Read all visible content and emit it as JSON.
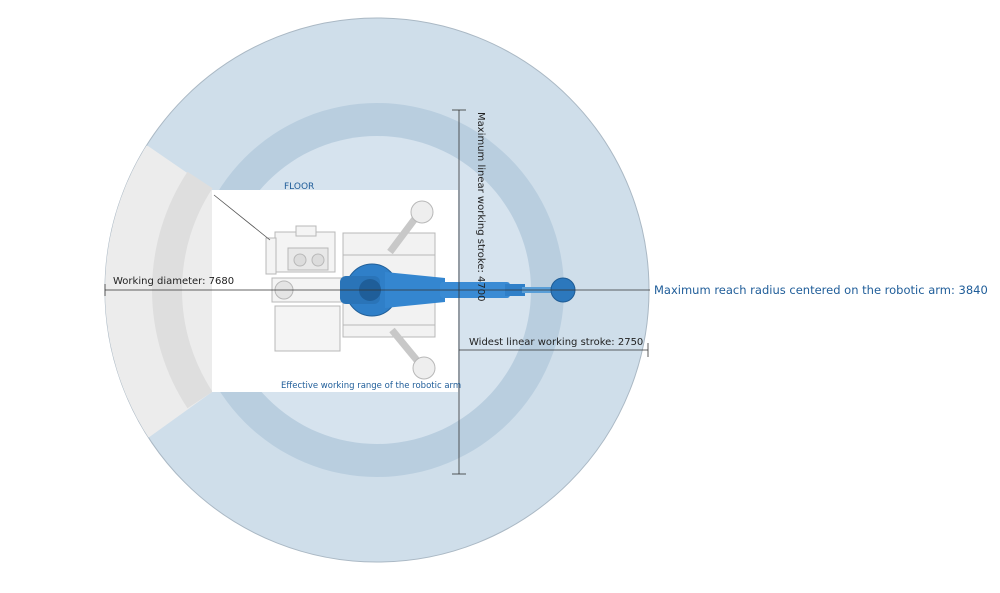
{
  "labels": {
    "floor": "FLOOR",
    "working_diameter": "Working diameter: 7680",
    "max_reach": "Maximum reach radius centered on the robotic arm: 3840",
    "max_linear_stroke": "Maximum linear working stroke: 4700",
    "widest_linear_stroke": "Widest linear working stroke: 2750",
    "effective_range": "Effective working range of the robotic arm"
  },
  "colors": {
    "outer_zone": "#cfdeea",
    "middle_ring": "#b9cedf",
    "inner_zone": "#d6e3ee",
    "blind_zone": "#ececec",
    "floor": "#ffffff",
    "robot_blue": "#2f7fc8",
    "label_blue": "#1f5d99",
    "dim_line": "#333333"
  }
}
